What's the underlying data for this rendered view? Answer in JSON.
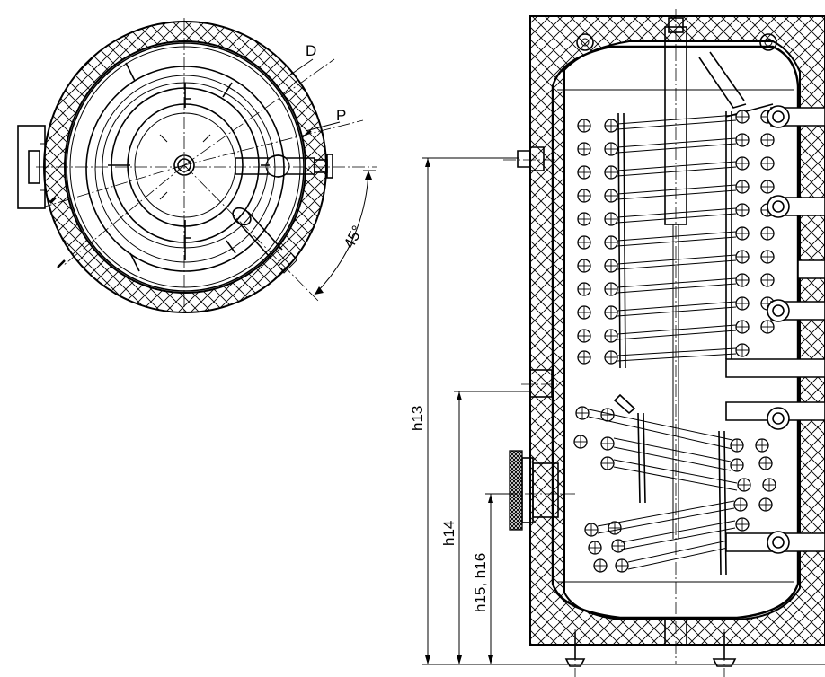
{
  "labels": {
    "d": "D",
    "p": "P",
    "angle": "45°",
    "h13": "h13",
    "h14": "h14",
    "h15_h16": "h15, h16"
  },
  "colors": {
    "line": "#000000",
    "background": "#ffffff",
    "insulation_hatch": "#000000"
  }
}
